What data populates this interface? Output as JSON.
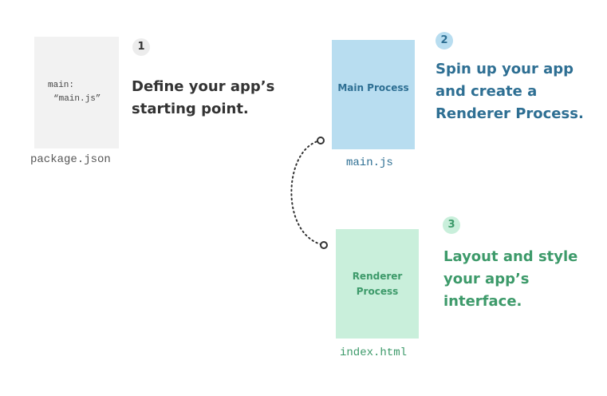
{
  "step1": {
    "badge": "1",
    "card_line1": "main:",
    "card_line2": "“main.js”",
    "caption": "package.json",
    "text": "Define your app’s starting point."
  },
  "step2": {
    "badge": "2",
    "card_label": "Main Process",
    "caption": "main.js",
    "text": "Spin up your app and create a Renderer Process."
  },
  "step3": {
    "badge": "3",
    "card_label": "Renderer Process",
    "caption": "index.html",
    "text": "Layout and style your app’s interface."
  },
  "colors": {
    "main_blue": "#b8ddf0",
    "main_text": "#2e6f93",
    "renderer_green": "#c9efdb",
    "renderer_text": "#3d9a6a",
    "neutral_card": "#f2f2f2"
  }
}
